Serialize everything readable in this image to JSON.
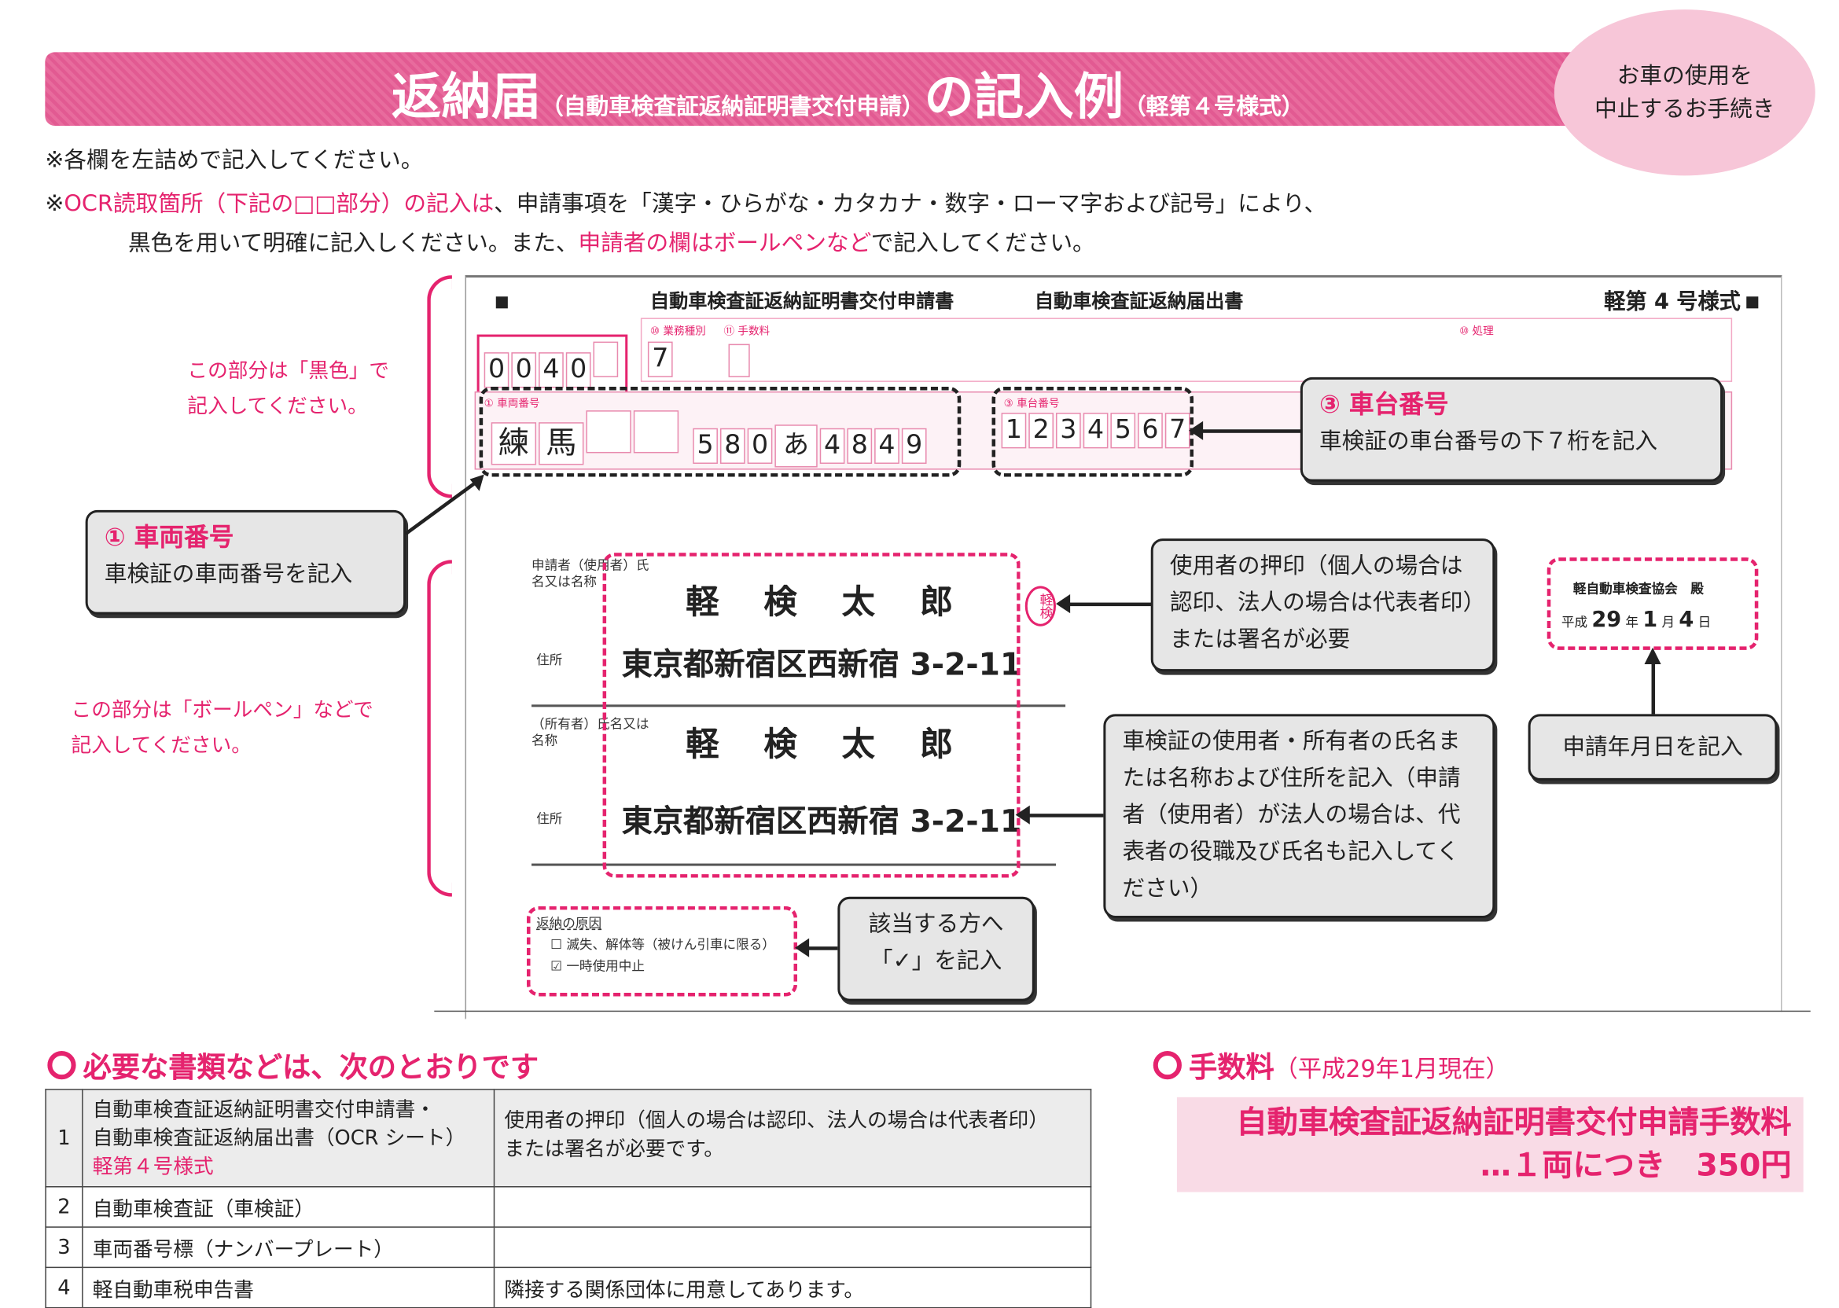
{
  "banner": {
    "title": "返納届",
    "title_sub": "（自動車検査証返納証明書交付申請）",
    "title_mid": "の記入例",
    "title_form": "（軽第４号様式）"
  },
  "badge": {
    "line1": "お車の使用を",
    "line2": "中止するお手続き"
  },
  "notes": {
    "n1": "※各欄を左詰めで記入してください。",
    "n2_prefix": "※",
    "n2_red1": "OCR読取箇所（下記の□□部分）の記入は",
    "n2_rest": "、申請事項を「漢字・ひらがな・カタカナ・数字・ローマ字および記号」により、",
    "n3_a": "黒色を用いて明確に記入しください。また、",
    "n3_red": "申請者の欄はボールペンなど",
    "n3_b": "で記入してください。"
  },
  "side": {
    "black_note_1": "この部分は「黒色」で",
    "black_note_2": "記入してください。",
    "pen_note_1": "この部分は「ボールペン」などで",
    "pen_note_2": "記入してください。"
  },
  "form": {
    "title1": "自動車検査証返納証明書交付申請書",
    "title2": "自動車検査証返納届出書",
    "form_no": "軽第 4 号様式",
    "code": [
      "0",
      "0",
      "4",
      "0",
      ""
    ],
    "gyomu_label": "⑩ 業務種別",
    "fee_label": "⑪ 手数料",
    "gyomu": "7",
    "shori_label": "⑩ 処理",
    "plate_label": "① 車両番号",
    "plate": [
      "練",
      "馬",
      "",
      "",
      "5",
      "8",
      "0",
      "あ",
      "4",
      "8",
      "4",
      "9"
    ],
    "chassis_label": "③ 車台番号",
    "chassis": [
      "1",
      "2",
      "3",
      "4",
      "5",
      "6",
      "7"
    ],
    "applicant_label": "申請者（使用者）氏名又は名称",
    "owner_label": "（所有者）氏名又は名称",
    "address_label": "住所",
    "applicant_name": "軽 検 太 郎",
    "applicant_address": "東京都新宿区西新宿 3-2-11",
    "owner_name": "軽 検 太 郎",
    "owner_address": "東京都新宿区西新宿 3-2-11",
    "seal": "軽検",
    "addressee": "軽自動車検査協会　殿",
    "date_era": "平成",
    "date_year": "29",
    "date_month": "1",
    "date_day": "4",
    "y": "年",
    "m": "月",
    "d": "日",
    "reason_label": "返納の原因",
    "reason1": "滅失、解体等（被けん引車に限る）",
    "reason2": "一時使用中止"
  },
  "callouts": {
    "c1_title": "① 車両番号",
    "c1_body": "車検証の車両番号を記入",
    "c3_title": "③ 車台番号",
    "c3_body": "車検証の車台番号の下７桁を記入",
    "seal": "使用者の押印（個人の場合は認印、法人の場合は代表者印）または署名が必要",
    "names": "車検証の使用者・所有者の氏名または名称および住所を記入（申請者（使用者）が法人の場合は、代表者の役職及び氏名も記入してください）",
    "date": "申請年月日を記入",
    "check": "該当する方へ「✓」を記入"
  },
  "docs": {
    "heading": "必要な書類などは、次のとおりです",
    "rows": [
      {
        "n": "1",
        "item1": "自動車検査証返納証明書交付申請書・",
        "item2": "自動車検査証返納届出書（OCR シート）",
        "item3": "軽第４号様式",
        "note1": "使用者の押印（個人の場合は認印、法人の場合は代表者印）",
        "note2": "または署名が必要です。"
      },
      {
        "n": "2",
        "item": "自動車検査証（車検証）",
        "note": ""
      },
      {
        "n": "3",
        "item": "車両番号標（ナンバープレート）",
        "note": ""
      },
      {
        "n": "4",
        "item": "軽自動車税申告書",
        "note": "隣接する関係団体に用意してあります。"
      }
    ]
  },
  "fee": {
    "heading": "手数料",
    "heading_sub": "（平成29年1月現在）",
    "line1": "自動車検査証返納証明書交付申請手数料",
    "line2": "…１両につき　350円"
  }
}
